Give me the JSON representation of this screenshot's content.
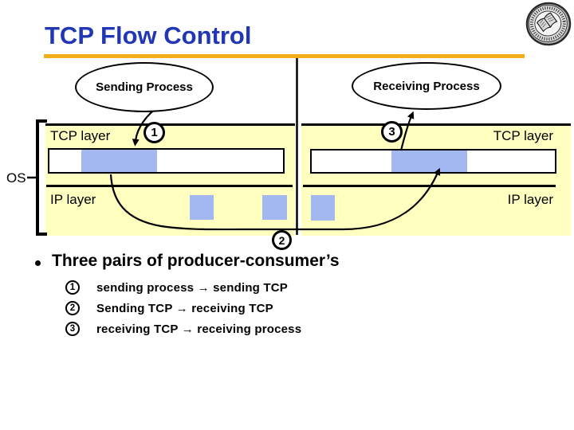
{
  "title": "TCP Flow Control",
  "header": {
    "logo_icon": "university-seal"
  },
  "diagram": {
    "sending_process": "Sending Process",
    "receiving_process": "Receiving Process",
    "os": "OS",
    "left_stack": {
      "tcp": "TCP layer",
      "ip": "IP layer"
    },
    "right_stack": {
      "tcp": "TCP layer",
      "ip": "IP layer"
    },
    "marker1": "1",
    "marker2": "2",
    "marker3": "3"
  },
  "content": {
    "bullet_marker": "•",
    "bullet": "Three pairs of producer-consumer’s",
    "items": [
      {
        "num": "1",
        "text": "sending process → sending TCP"
      },
      {
        "num": "2",
        "text": "Sending TCP → receiving TCP"
      },
      {
        "num": "3",
        "text": "receiving TCP → receiving process"
      }
    ]
  },
  "colors": {
    "title_blue": "#2237B5",
    "rule_gold": "#F0AF1A",
    "panel_yellow": "#FFFFC0",
    "data_blue": "#A3B8F0",
    "line_black": "#000000"
  }
}
